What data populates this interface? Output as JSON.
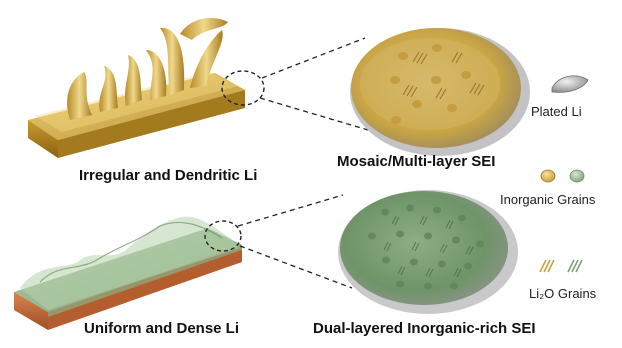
{
  "labels": {
    "top_left": "Irregular and Dendritic Li",
    "top_right": "Mosaic/Multi-layer SEI",
    "bottom_left": "Uniform and Dense Li",
    "bottom_right": "Dual-layered Inorganic-rich SEI"
  },
  "legend": {
    "plated_li": "Plated Li",
    "inorganic_grains": "Inorganic Grains",
    "li2o_grains": "Li₂O Grains"
  },
  "colors": {
    "gold": "#c9a23a",
    "gold_dark": "#9a7a1e",
    "green": "#7ea37a",
    "green_dark": "#4f7a52",
    "copper": "#c56a3a",
    "silver": "#a9a9ad"
  }
}
